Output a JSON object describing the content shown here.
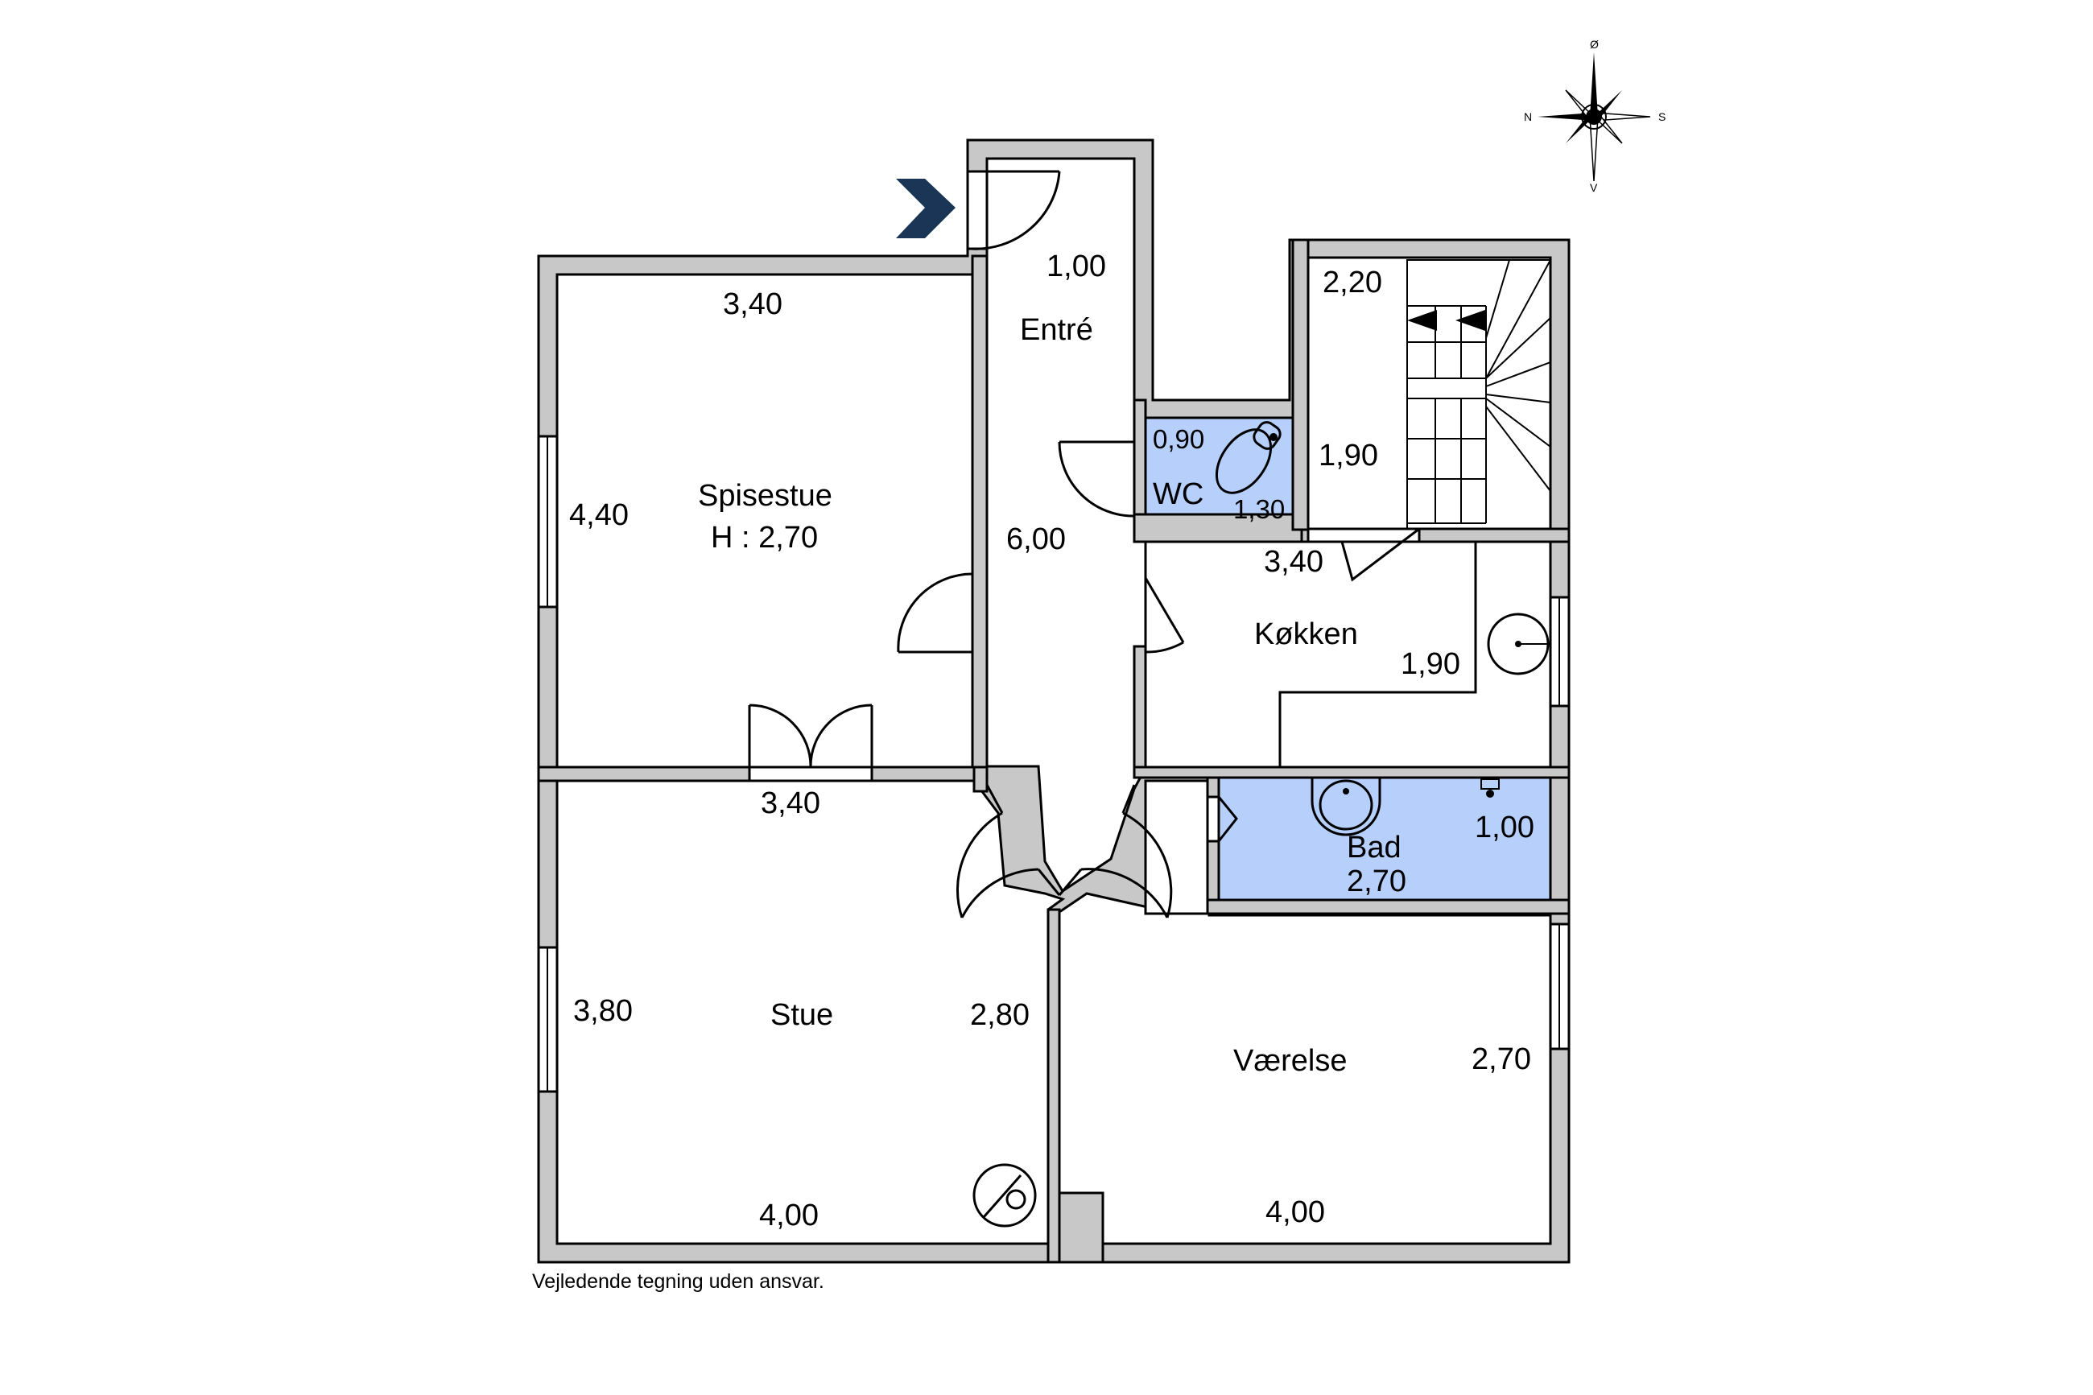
{
  "colors": {
    "wall": "#c8c8c8",
    "wet_room": "#b6cffb",
    "entrance_arrow": "#1b3556"
  },
  "compass": {
    "north": "N",
    "south": "S",
    "east": "Ø",
    "west": "V"
  },
  "rooms": {
    "entre": {
      "name": "Entré",
      "dim_top": "1,00",
      "dim_side": "6,00"
    },
    "spisestue": {
      "name": "Spisestue",
      "height": "H : 2,70",
      "dim_top": "3,40",
      "dim_side": "4,40",
      "dim_bottom": "3,40"
    },
    "wc": {
      "name": "WC",
      "dim_a": "0,90",
      "dim_b": "1,30"
    },
    "stairs": {
      "dim_a": "2,20",
      "dim_b": "1,90"
    },
    "kokken": {
      "name": "Køkken",
      "dim_a": "3,40",
      "dim_b": "1,90"
    },
    "bad": {
      "name": "Bad",
      "dim_a": "2,70",
      "dim_b": "1,00"
    },
    "stue": {
      "name": "Stue",
      "dim_side": "3,80",
      "dim_right": "2,80",
      "dim_bottom": "4,00"
    },
    "vaerelse": {
      "name": "Værelse",
      "dim_side": "2,70",
      "dim_bottom": "4,00"
    }
  },
  "disclaimer": "Vejledende tegning uden ansvar."
}
